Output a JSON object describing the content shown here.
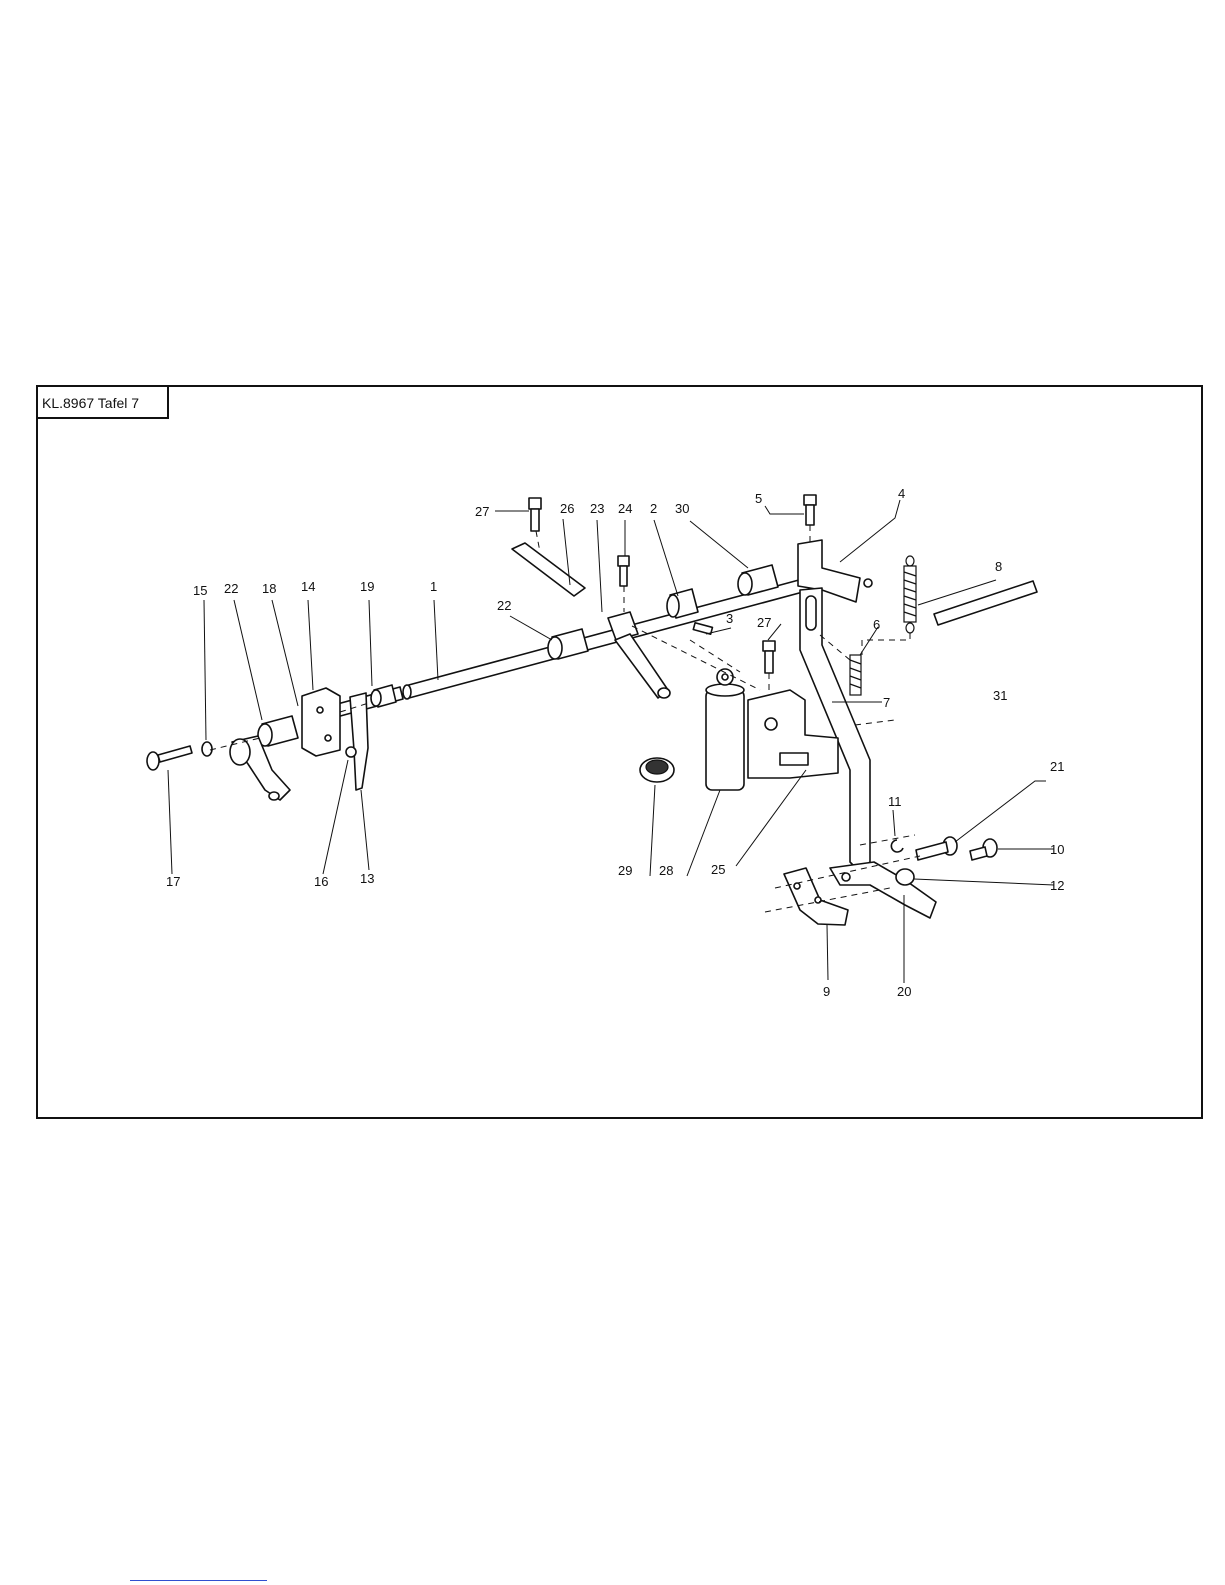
{
  "plate_label": "KL.8967 Tafel 7",
  "callouts": [
    {
      "id": "27a",
      "text": "27"
    },
    {
      "id": "26",
      "text": "26"
    },
    {
      "id": "23",
      "text": "23"
    },
    {
      "id": "24",
      "text": "24"
    },
    {
      "id": "2",
      "text": "2"
    },
    {
      "id": "30",
      "text": "30"
    },
    {
      "id": "5",
      "text": "5"
    },
    {
      "id": "4",
      "text": "4"
    },
    {
      "id": "8",
      "text": "8"
    },
    {
      "id": "15",
      "text": "15"
    },
    {
      "id": "22a",
      "text": "22"
    },
    {
      "id": "18",
      "text": "18"
    },
    {
      "id": "14",
      "text": "14"
    },
    {
      "id": "19",
      "text": "19"
    },
    {
      "id": "1",
      "text": "1"
    },
    {
      "id": "22b",
      "text": "22"
    },
    {
      "id": "3",
      "text": "3"
    },
    {
      "id": "27b",
      "text": "27"
    },
    {
      "id": "6",
      "text": "6"
    },
    {
      "id": "7",
      "text": "7"
    },
    {
      "id": "31",
      "text": "31"
    },
    {
      "id": "21",
      "text": "21"
    },
    {
      "id": "11",
      "text": "11"
    },
    {
      "id": "10",
      "text": "10"
    },
    {
      "id": "12",
      "text": "12"
    },
    {
      "id": "17",
      "text": "17"
    },
    {
      "id": "16",
      "text": "16"
    },
    {
      "id": "13",
      "text": "13"
    },
    {
      "id": "29",
      "text": "29"
    },
    {
      "id": "28",
      "text": "28"
    },
    {
      "id": "25",
      "text": "25"
    },
    {
      "id": "9",
      "text": "9"
    },
    {
      "id": "20",
      "text": "20"
    }
  ]
}
